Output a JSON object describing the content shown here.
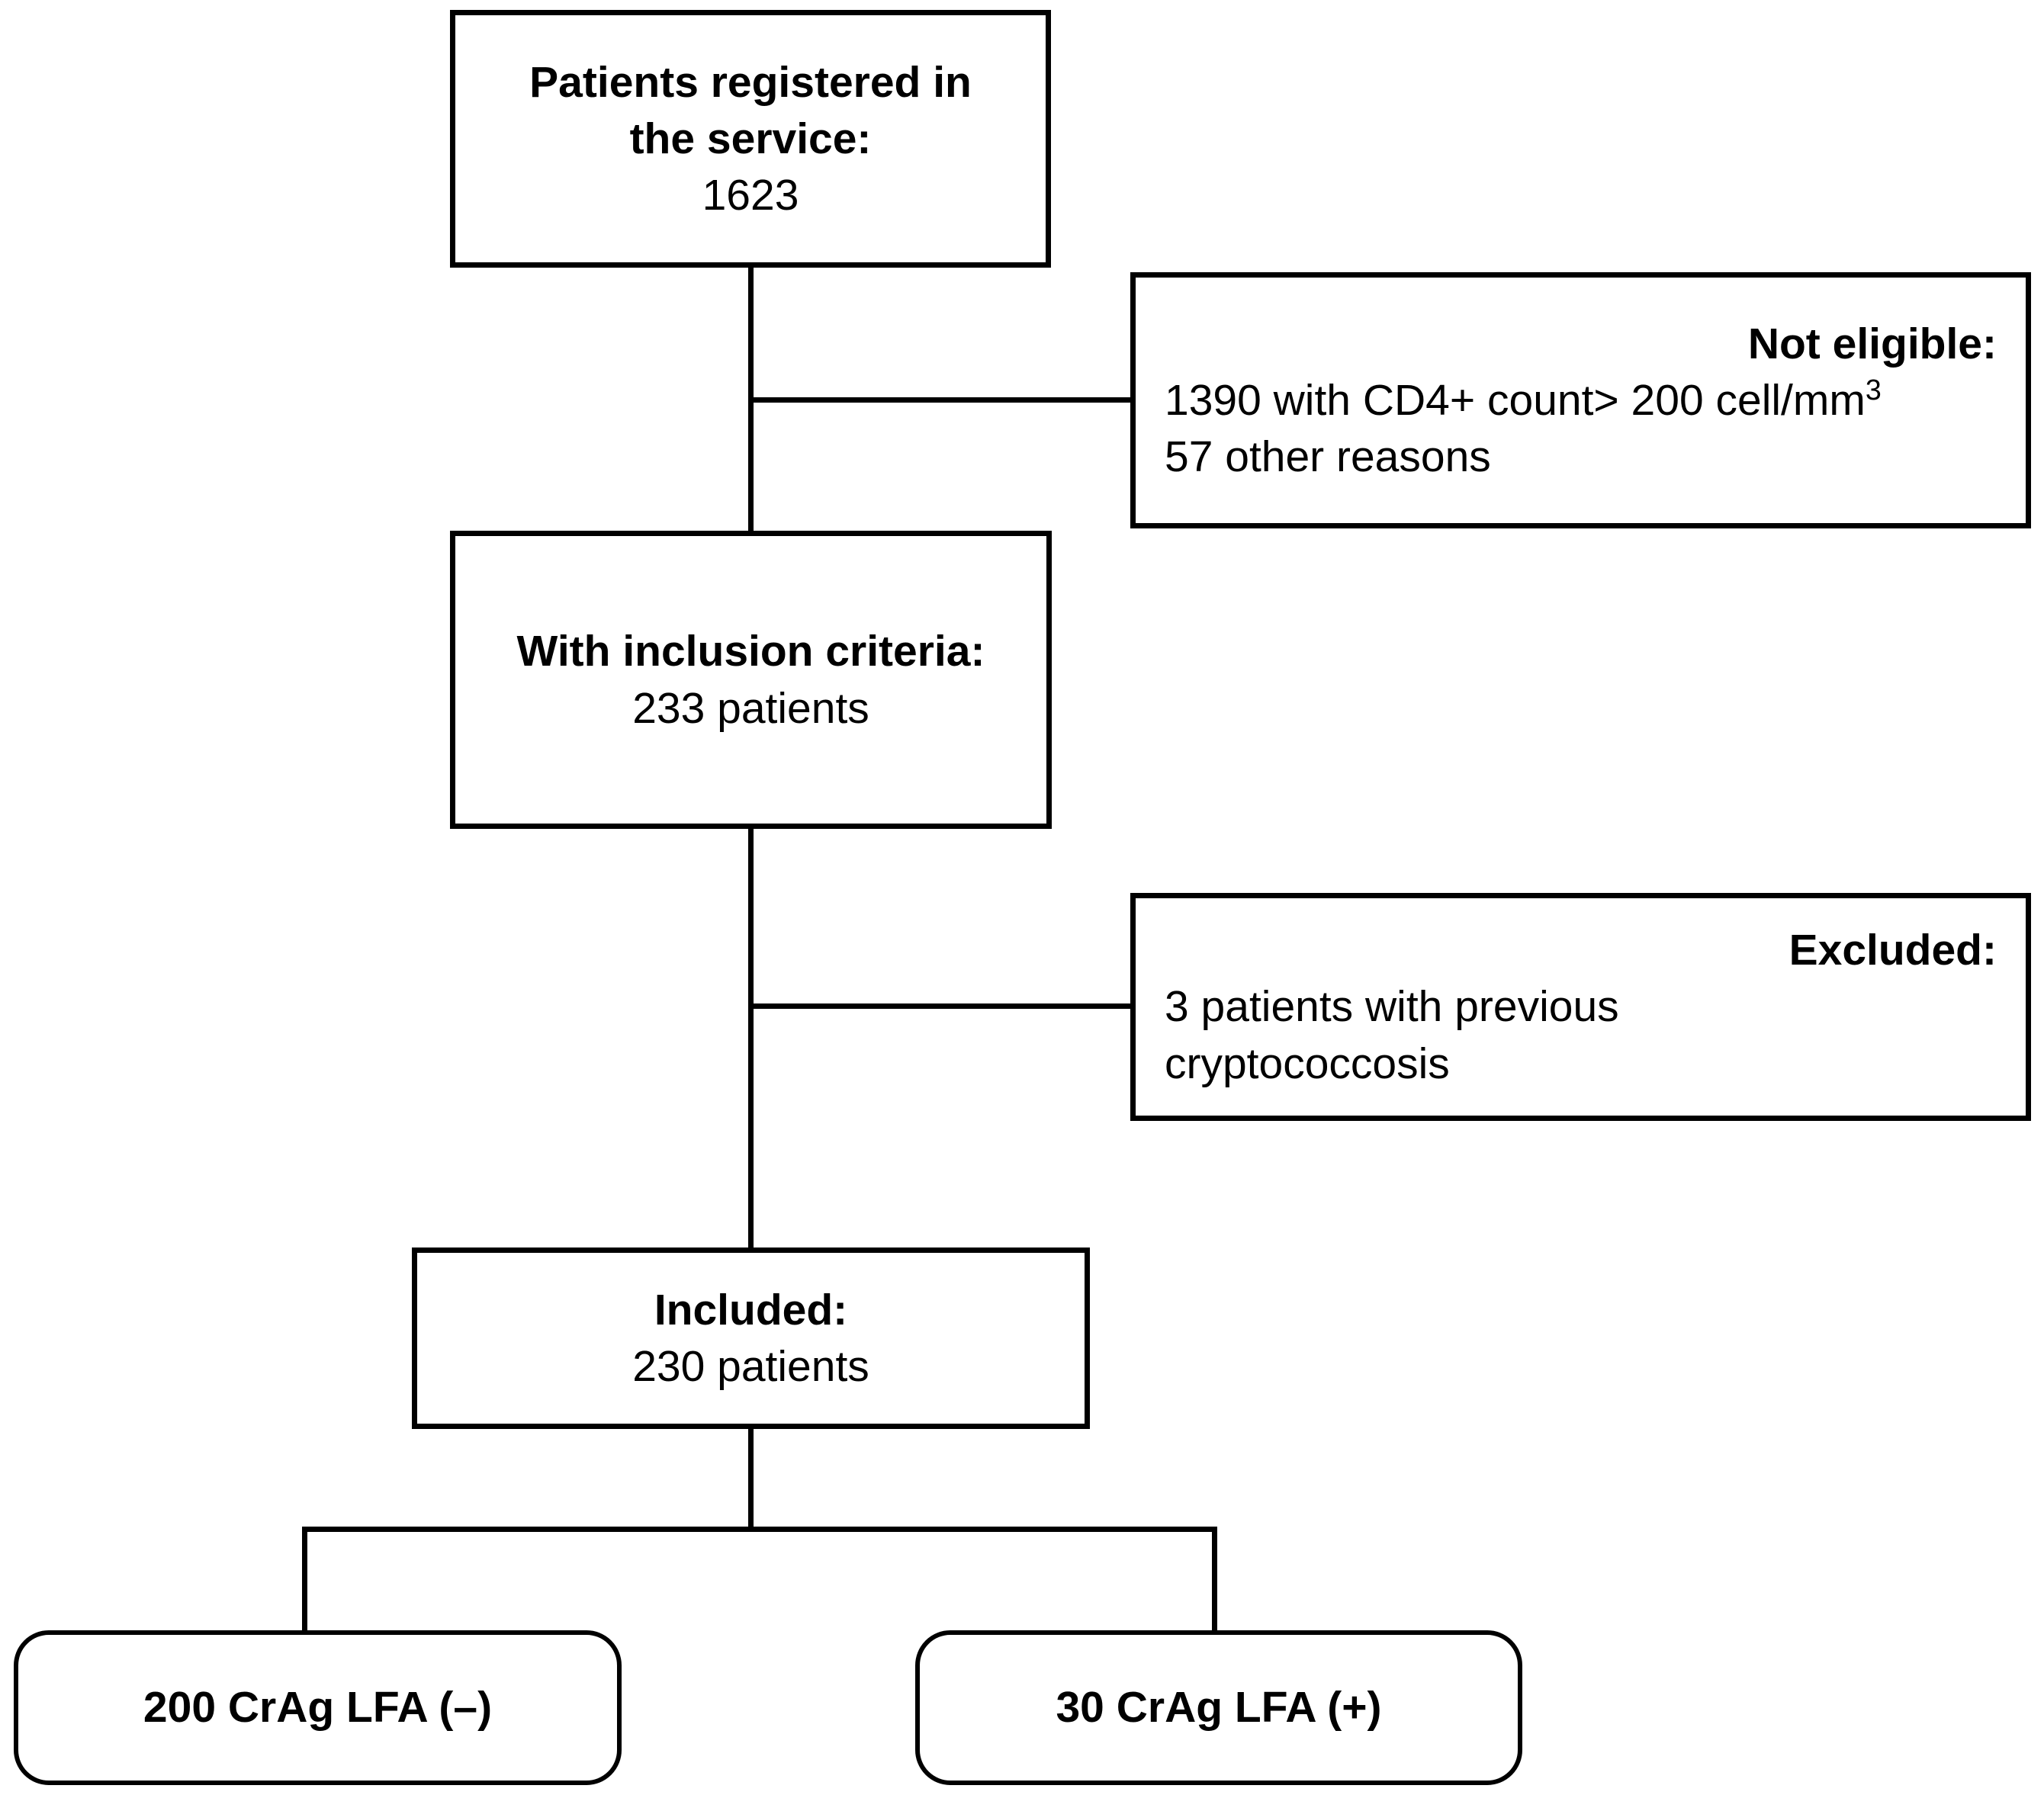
{
  "diagram": {
    "title": "Patient enrollment flow diagram",
    "line_color": "#000000",
    "background_color": "#ffffff",
    "text_color": "#000000"
  },
  "nodes": {
    "registered": {
      "heading": "Patients registered in",
      "heading2": "the service:",
      "value": "1623"
    },
    "not_eligible": {
      "heading": "Not eligible:",
      "reason1_prefix": "1390 with CD4+ count> 200 cell/mm",
      "reason1_sup": "3",
      "reason2": "57 other reasons"
    },
    "inclusion": {
      "heading": "With inclusion criteria:",
      "value": "233 patients"
    },
    "excluded": {
      "heading": "Excluded:",
      "reason1": "3 patients with previous",
      "reason2": "cryptococcosis"
    },
    "included": {
      "heading": "Included:",
      "value": "230 patients"
    },
    "crag_negative": {
      "label": "200 CrAg LFA (–)"
    },
    "crag_positive": {
      "label": "30 CrAg LFA (+)"
    }
  },
  "flow_data": {
    "type": "flowchart",
    "registered_total": 1623,
    "not_eligible_cd4_over_200": 1390,
    "not_eligible_other": 57,
    "meeting_inclusion_criteria": 233,
    "excluded_previous_cryptococcosis": 3,
    "included_total": 230,
    "crag_lfa_negative": 200,
    "crag_lfa_positive": 30
  }
}
